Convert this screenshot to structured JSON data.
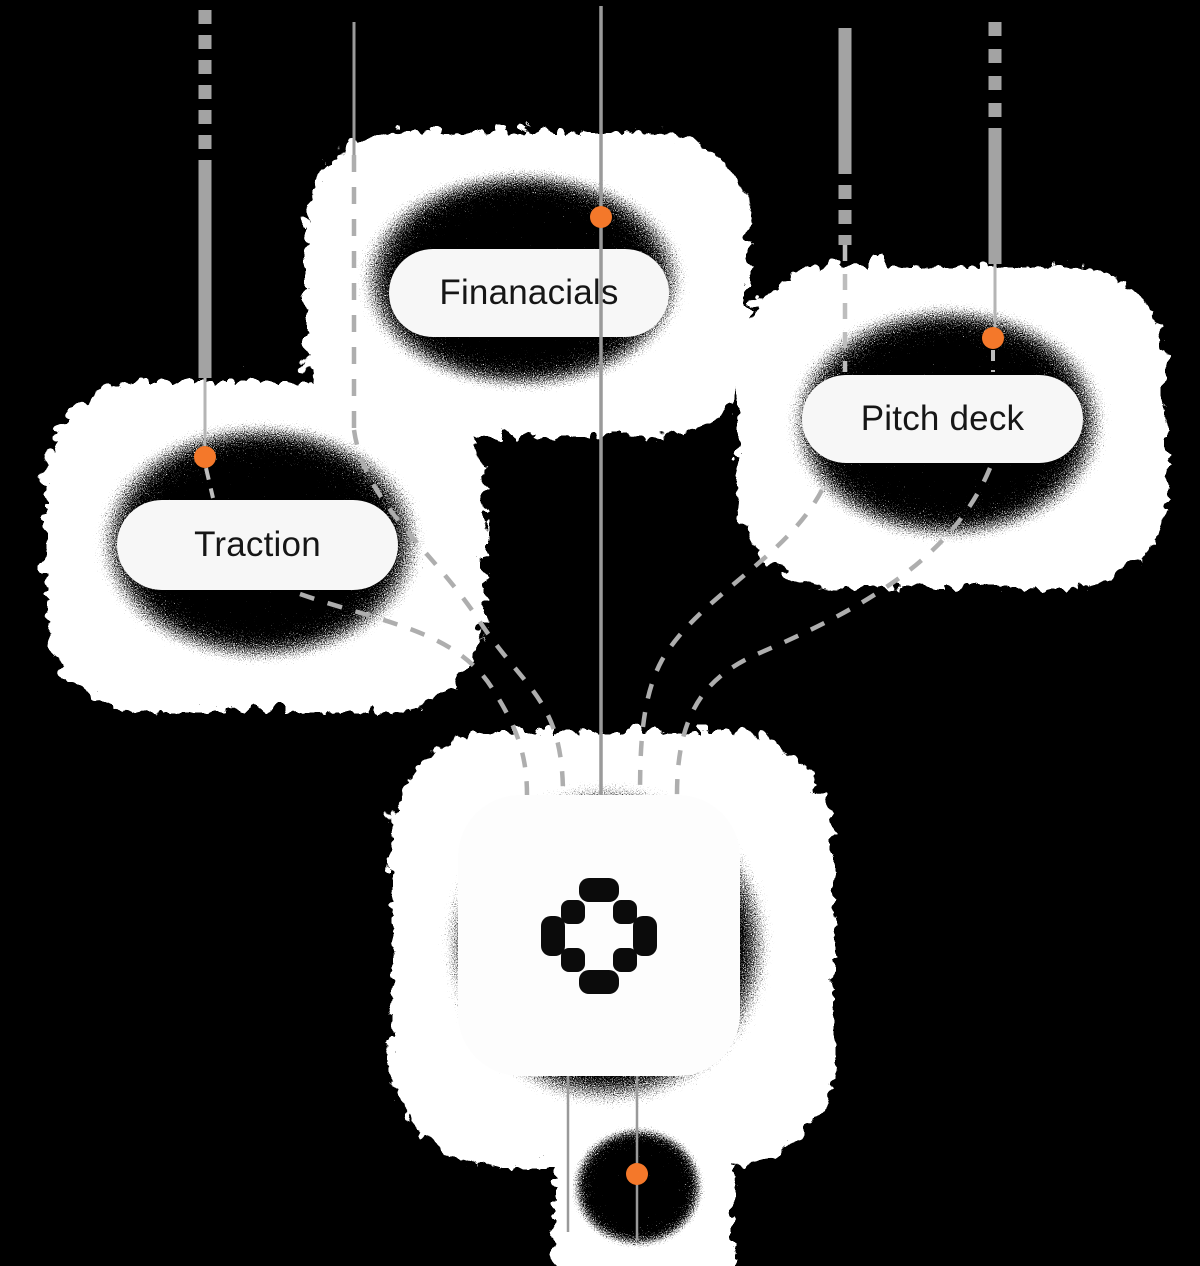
{
  "diagram": {
    "background_color": "#000000",
    "nodes": {
      "financials": {
        "label": "Finanacials"
      },
      "pitch_deck": {
        "label": "Pitch deck"
      },
      "traction": {
        "label": "Traction"
      },
      "center": {
        "icon": "pixel-cross-logo-icon"
      }
    },
    "connector_dots": [
      {
        "name": "financials-dot"
      },
      {
        "name": "pitch-deck-dot"
      },
      {
        "name": "traction-dot"
      },
      {
        "name": "center-bottom-dot"
      }
    ],
    "colors": {
      "accent_orange": "#f4782a",
      "line_gray": "#9a9a9a",
      "thick_line_gray": "#a3a3a3",
      "dash_curve_gray": "#aeaeae",
      "pill_background": "#f7f7f7",
      "pill_text": "#161616",
      "cloud_white": "#ffffff",
      "grain_black": "#000000",
      "node_background": "#fdfdfd",
      "icon_black": "#0b0b0b"
    }
  }
}
